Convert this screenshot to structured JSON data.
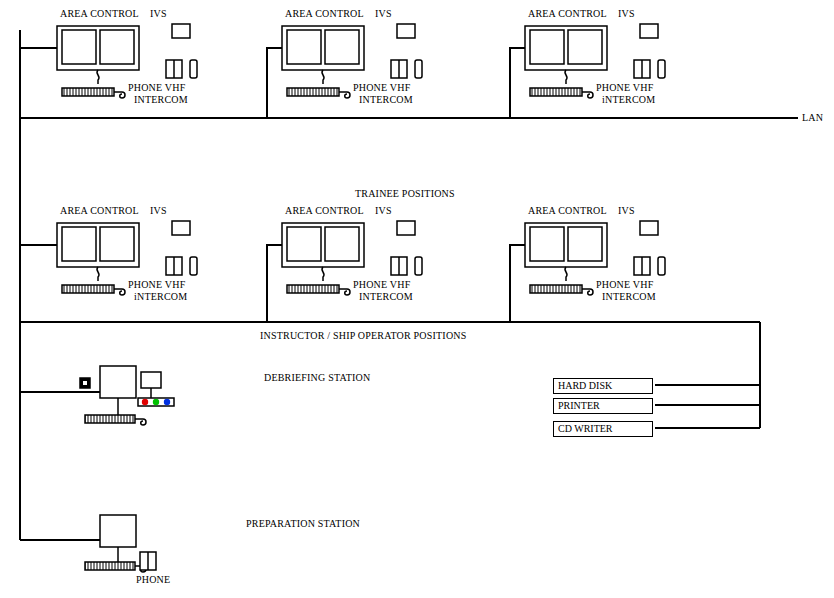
{
  "diagram": {
    "nodes": [
      {
        "text": [
          "HARD DISK"
        ]
      },
      {
        "text": [
          "PRINTER"
        ]
      },
      {
        "text": [
          "CD WRITER"
        ]
      }
    ],
    "labels": [
      "AREA CONTROL",
      "IVS",
      "PHONE VHF",
      "INTERCOM",
      "AREA CONTROL",
      "IVS",
      "PHONE VHF",
      "INTERCOM",
      "AREA CONTROL",
      "IVS",
      "PHONE VHF",
      "iNTERCOM",
      "LAN",
      "TRAINEE POSITIONS",
      "AREA CONTROL",
      "IVS",
      "PHONE VHF",
      "iNTERCOM",
      "AREA CONTROL",
      "IVS",
      "PHONE VHF",
      "INTERCOM",
      "AREA CONTROL",
      "IVS",
      "PHONE VHF",
      "INTERCOM",
      "INSTRUCTOR / SHIP OPERATOR POSITIONS",
      "DEBRIEFING STATION",
      "PREPARATION STATION",
      "PHONE"
    ]
  }
}
